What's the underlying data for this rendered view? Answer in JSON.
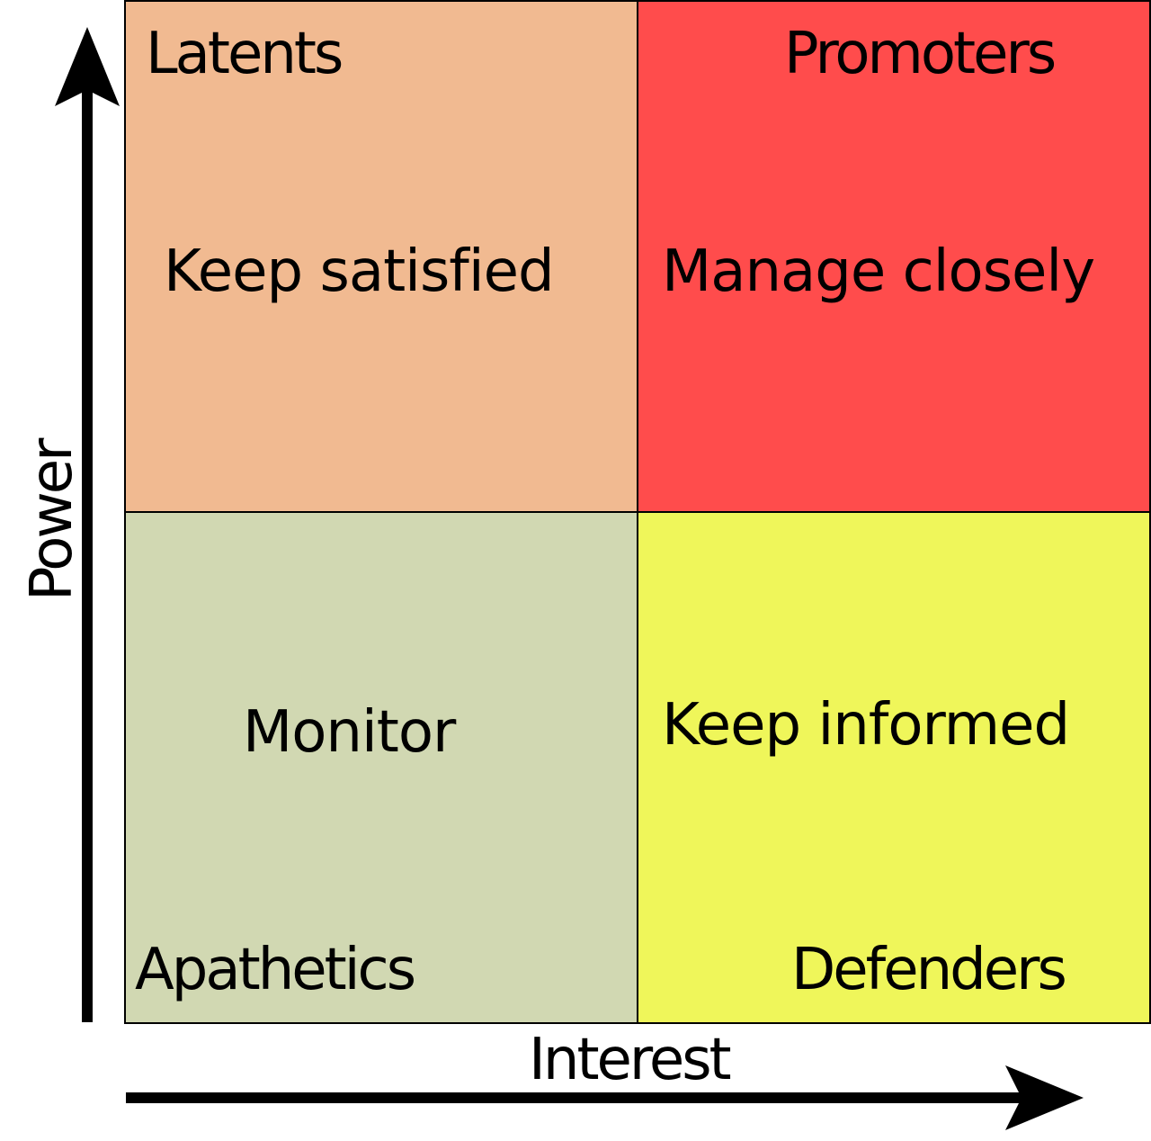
{
  "quadrants": {
    "top_left": {
      "group": "Latents",
      "strategy": "Keep satisfied",
      "color": "#F1BA91"
    },
    "top_right": {
      "group": "Promoters",
      "strategy": "Manage closely",
      "color": "#FF4C4C"
    },
    "bottom_left": {
      "group": "Apathetics",
      "strategy": "Monitor",
      "color": "#D1D8B2"
    },
    "bottom_right": {
      "group": "Defenders",
      "strategy": "Keep informed",
      "color": "#EFF65A"
    }
  },
  "axes": {
    "y_label": "Power",
    "x_label": "Interest"
  }
}
